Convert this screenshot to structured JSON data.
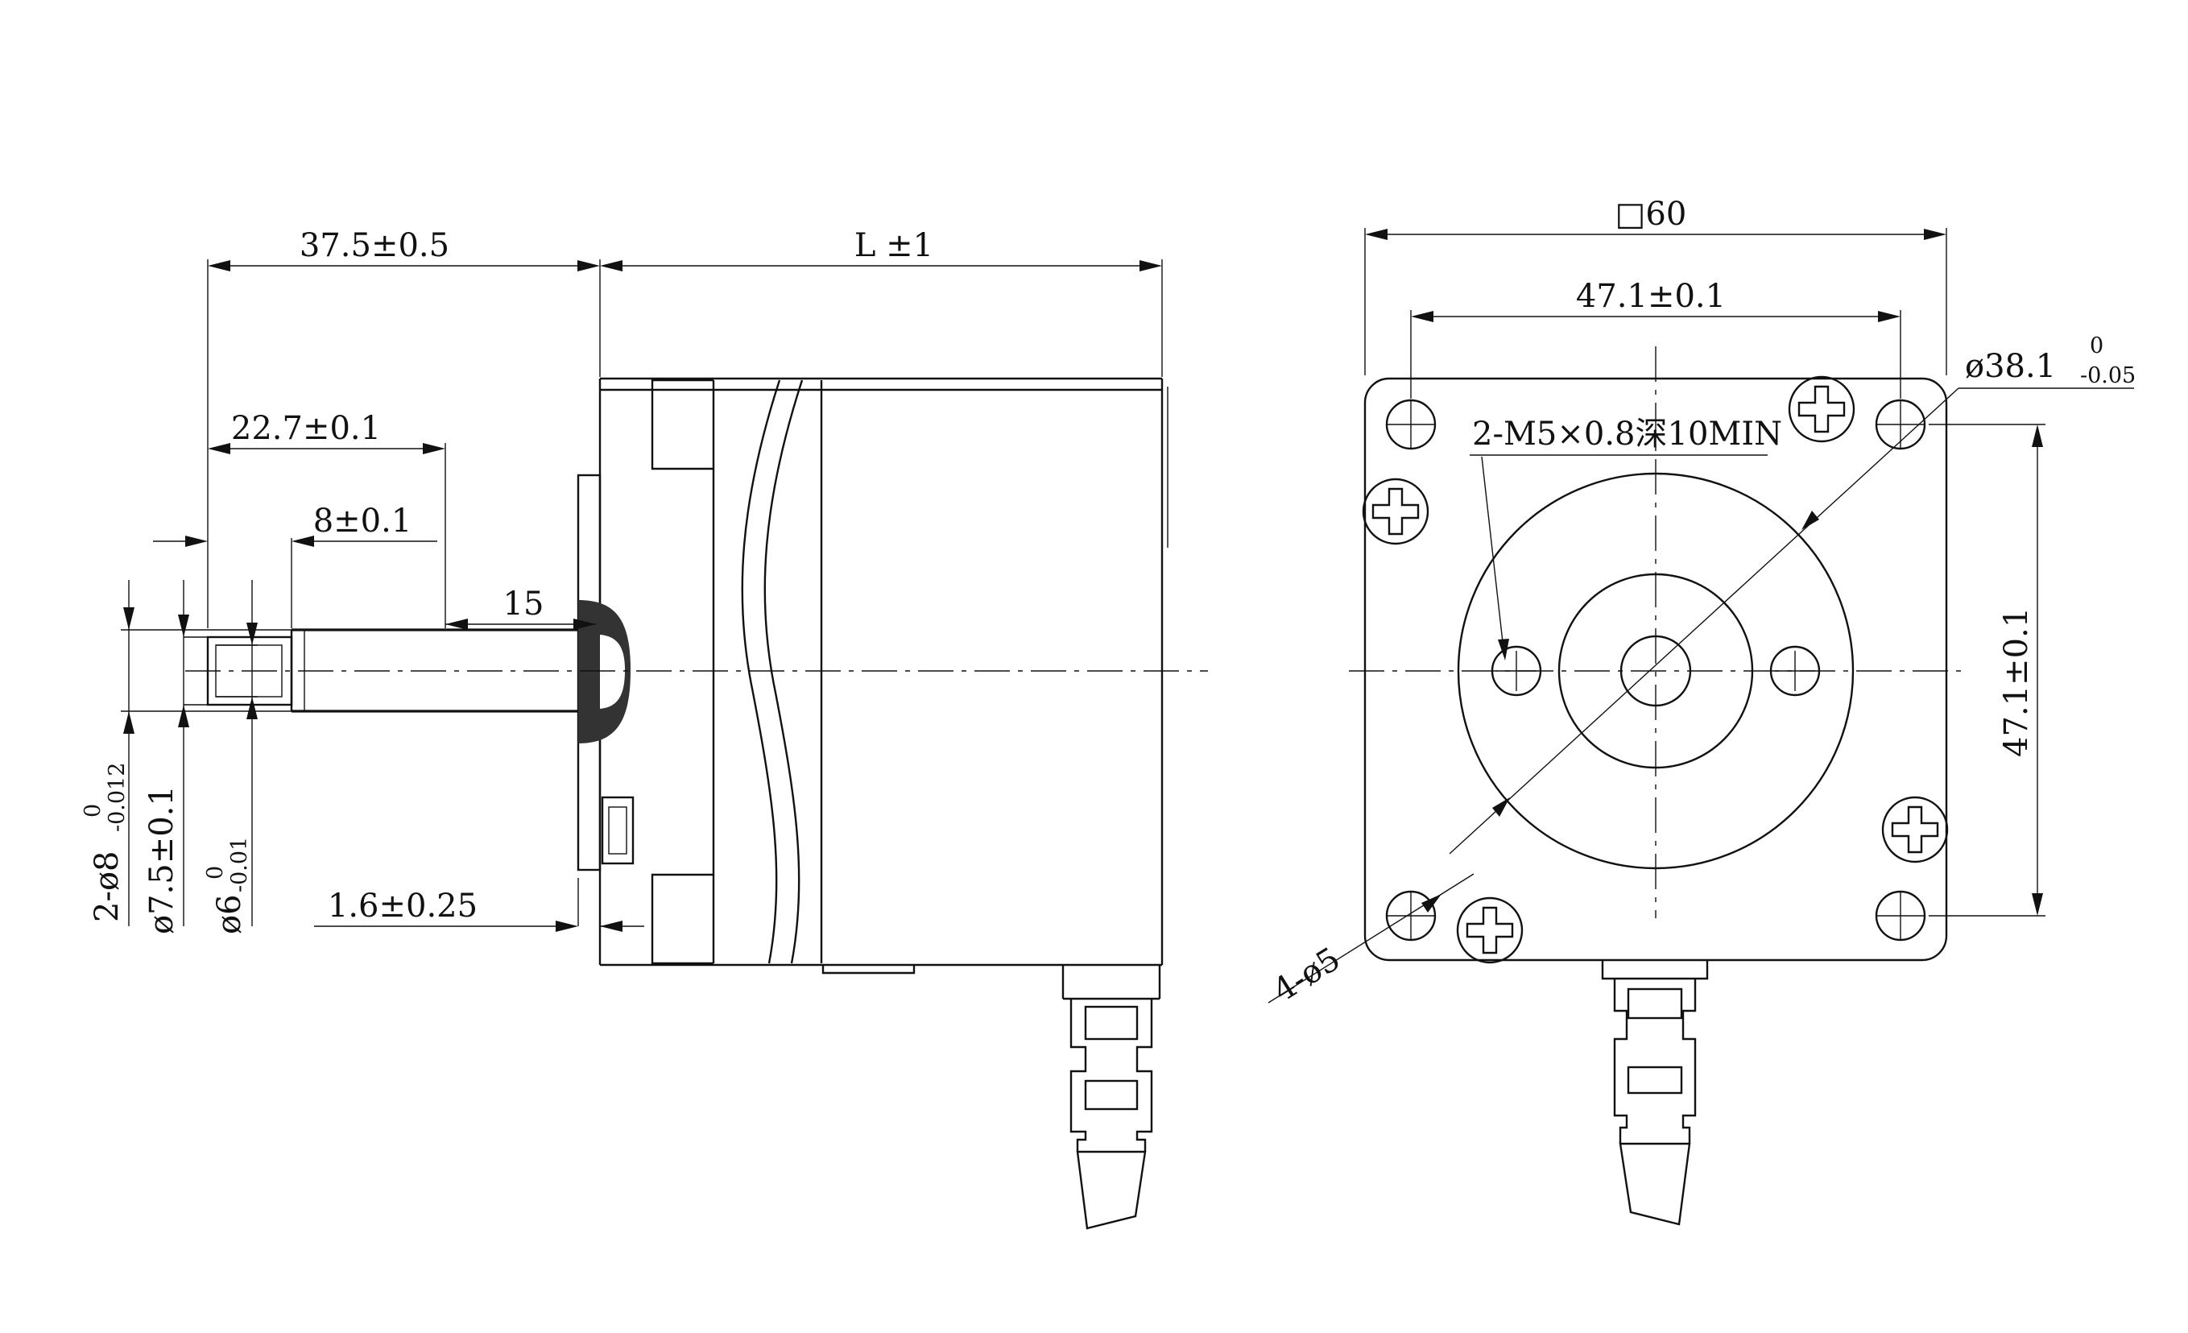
{
  "side_view": {
    "dim_shaft_length": "37.5±0.5",
    "dim_body_length": "L ±1",
    "dim_flat_length": "22.7±0.1",
    "dim_flat_offset": "8±0.1",
    "dim_boss_length": "15",
    "dim_boss_height": "1.6±0.25",
    "dim_shaft_dia_main": "2-ø8",
    "dim_shaft_dia_main_tol_upper": "0",
    "dim_shaft_dia_main_tol_lower": "-0.012",
    "dim_flat_width": "ø7.5±0.1",
    "dim_shaft_tip_dia": "ø6",
    "dim_shaft_tip_tol_upper": "0",
    "dim_shaft_tip_tol_lower": "-0.01"
  },
  "front_view": {
    "dim_frame_size": "□60",
    "dim_hole_spacing_h": "47.1±0.1",
    "dim_hole_spacing_v": "47.1±0.1",
    "dim_pilot_dia": "ø38.1",
    "dim_pilot_tol_upper": "0",
    "dim_pilot_tol_lower": "-0.05",
    "note_tapped_holes": "2-M5×0.8深10MIN",
    "note_mount_holes": "4-ø5"
  }
}
